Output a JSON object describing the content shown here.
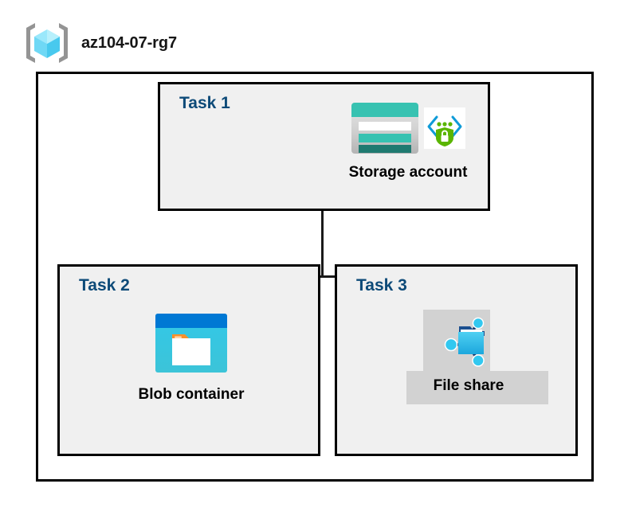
{
  "header": {
    "icon": "resource-group-icon",
    "title": "az104-07-rg7"
  },
  "container": {
    "name": "resource-group-boundary"
  },
  "tasks": [
    {
      "id": "task-1",
      "label": "Task 1",
      "node": {
        "caption": "Storage account",
        "icons": [
          "storage-account-icon",
          "secure-private-endpoint-icon"
        ]
      }
    },
    {
      "id": "task-2",
      "label": "Task 2",
      "node": {
        "caption": "Blob container",
        "icons": [
          "blob-container-icon"
        ]
      }
    },
    {
      "id": "task-3",
      "label": "Task 3",
      "node": {
        "caption": "File share",
        "icons": [
          "file-share-icon"
        ],
        "selected": true
      }
    }
  ],
  "connectors": [
    {
      "from": "Storage account",
      "to": "Blob container"
    },
    {
      "from": "Storage account",
      "to": "File share"
    }
  ],
  "colors": {
    "task_label": "#0d4a78",
    "box_fill": "#f0f0f0",
    "box_border": "#000000",
    "canvas": "#ffffff",
    "connector": "#1a1a1a",
    "selection_plate": "#d2d2d2",
    "storage_teal": "#37c2b1",
    "storage_teal_dark": "#1f7a70",
    "blob_blue": "#0078d4",
    "blob_cyan": "#32c8e8",
    "blob_orange": "#f7902b",
    "fileshare_blue": "#30bbe8",
    "endpoint_green": "#5ab500",
    "rg_cube_cyan": "#9ae8fb",
    "rg_bracket_gray": "#949494"
  }
}
